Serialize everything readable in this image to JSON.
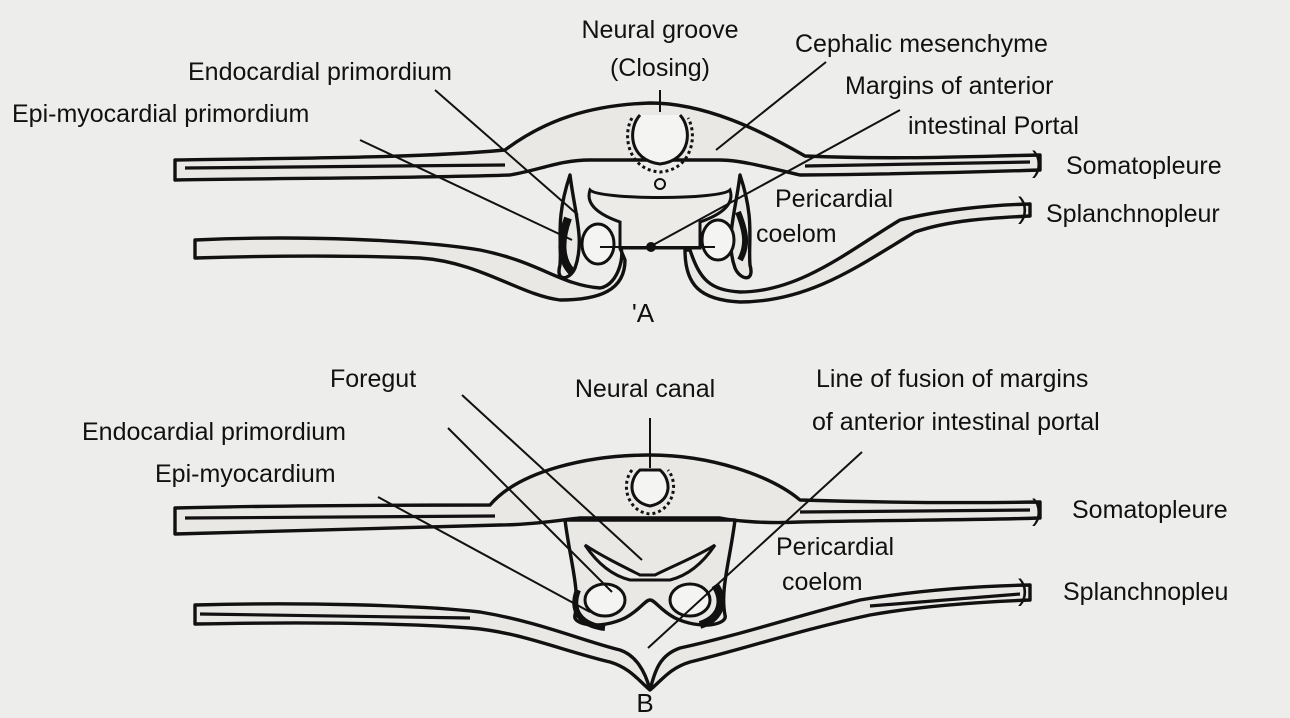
{
  "panels": [
    {
      "id": "A",
      "letter": "'A",
      "labels": {
        "neural_groove": "Neural groove",
        "closing": "(Closing)",
        "cephalic_mesenchyme": "Cephalic mesenchyme",
        "endocardial_primordium": "Endocardial primordium",
        "margins_line1": "Margins of anterior",
        "margins_line2": "intestinal Portal",
        "epi_myocardial": "Epi-myocardial primordium",
        "somatopleure": "Somatopleure",
        "pericardial_line1": "Pericardial",
        "pericardial_line2": "coelom",
        "splanchnopleur": "Splanchnopleur"
      }
    },
    {
      "id": "B",
      "letter": "B",
      "labels": {
        "foregut": "Foregut",
        "neural_canal": "Neural canal",
        "fusion_line1": "Line of fusion of margins",
        "fusion_line2": "of anterior intestinal portal",
        "endocardial_primordium": "Endocardial primordium",
        "epi_myocardium": "Epi-myocardium",
        "somatopleure": "Somatopleure",
        "pericardial_line1": "Pericardial",
        "pericardial_line2": "coelom",
        "splanchnopleu": "Splanchnopleu"
      }
    }
  ],
  "colors": {
    "ink": "#111111",
    "paper": "#ededeb",
    "tissue": "#e9e8e4"
  }
}
